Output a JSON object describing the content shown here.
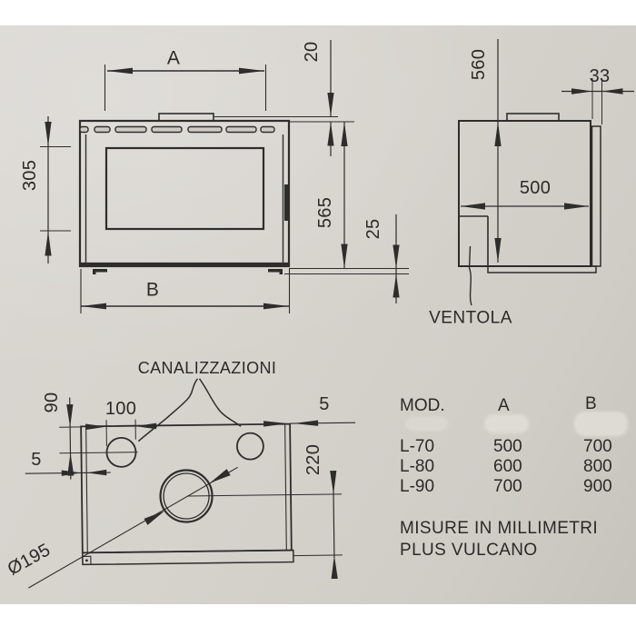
{
  "front_view": {
    "width_label_top": "A",
    "width_label_bottom": "B",
    "dim_top_offset": "20",
    "dim_glass_height": "305",
    "dim_total_height": "565",
    "dim_foot_height": "25"
  },
  "side_view": {
    "dim_height": "560",
    "dim_door_depth": "33",
    "dim_depth": "500",
    "fan_label": "VENTOLA"
  },
  "top_view": {
    "ducts_label": "CANALIZZAZIONI",
    "dim_duct_offset": "90",
    "dim_duct_diameter": "100",
    "dim_edge_left": "5",
    "dim_edge_right": "5",
    "dim_flue_offset": "220",
    "dim_flue_diameter": "Ø195"
  },
  "table": {
    "headers": {
      "model": "MOD.",
      "col_a": "A",
      "col_b": "B"
    },
    "rows": [
      {
        "model": "L-70",
        "a": "500",
        "b": "700"
      },
      {
        "model": "L-80",
        "a": "600",
        "b": "800"
      },
      {
        "model": "L-90",
        "a": "700",
        "b": "900"
      }
    ]
  },
  "notes": {
    "units": "MISURE IN MILLIMETRI",
    "product": "PLUS VULCANO"
  },
  "colors": {
    "paper": "#d6d3cd",
    "ink": "#2e2d2b"
  }
}
